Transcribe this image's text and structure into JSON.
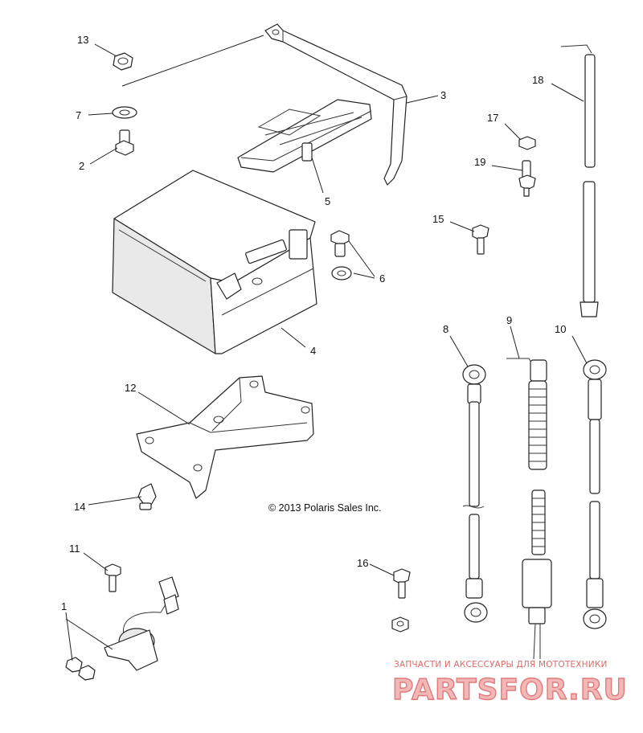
{
  "callouts": [
    {
      "id": "13",
      "text": "13"
    },
    {
      "id": "7",
      "text": "7"
    },
    {
      "id": "2",
      "text": "2"
    },
    {
      "id": "3",
      "text": "3"
    },
    {
      "id": "5",
      "text": "5"
    },
    {
      "id": "4",
      "text": "4"
    },
    {
      "id": "6",
      "text": "6"
    },
    {
      "id": "12",
      "text": "12"
    },
    {
      "id": "14",
      "text": "14"
    },
    {
      "id": "11",
      "text": "11"
    },
    {
      "id": "1",
      "text": "1"
    },
    {
      "id": "18",
      "text": "18"
    },
    {
      "id": "17",
      "text": "17"
    },
    {
      "id": "19",
      "text": "19"
    },
    {
      "id": "15",
      "text": "15"
    },
    {
      "id": "8",
      "text": "8"
    },
    {
      "id": "9",
      "text": "9"
    },
    {
      "id": "10",
      "text": "10"
    },
    {
      "id": "16",
      "text": "16"
    }
  ],
  "copyright": "© 2013 Polaris Sales Inc.",
  "watermark": {
    "subtitle": "ЗАПЧАСТИ И АКСЕССУАРЫ ДЛЯ МОТОТЕХНИКИ",
    "logo": "PARTSFOR.RU",
    "color": "#e06a6a"
  }
}
